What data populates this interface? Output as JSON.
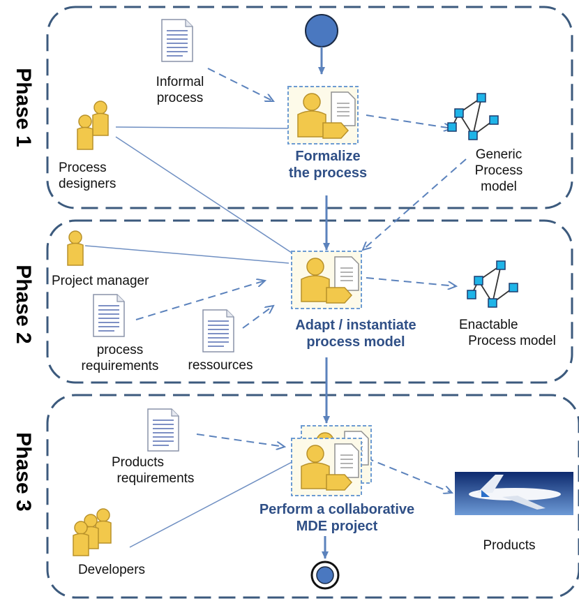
{
  "phases": [
    "Phase 1",
    "Phase 2",
    "Phase 3"
  ],
  "activities": {
    "formalize": [
      "Formalize",
      "the process"
    ],
    "adapt": [
      "Adapt / instantiate",
      "process model"
    ],
    "perform": [
      "Perform  a collaborative",
      "MDE project"
    ]
  },
  "labels": {
    "informal_process": [
      "Informal",
      "process"
    ],
    "process_designers": [
      "Process",
      "designers"
    ],
    "generic_model": [
      "Generic",
      "Process",
      "model"
    ],
    "project_manager": "Project  manager",
    "process_requirements": [
      "process",
      "requirements"
    ],
    "ressources": "ressources",
    "enactable_model": [
      "Enactable",
      "Process model"
    ],
    "products_requirements": [
      "Products",
      "requirements"
    ],
    "developers": "Developers",
    "products": "Products"
  },
  "colors": {
    "dash_border": "#3c5a7d",
    "arrow": "#5b82bc",
    "activity_text": "#2f4f86",
    "node_fill": "#4a78c0",
    "person": "#f2c84b",
    "model_node": "#1fb4e8"
  }
}
